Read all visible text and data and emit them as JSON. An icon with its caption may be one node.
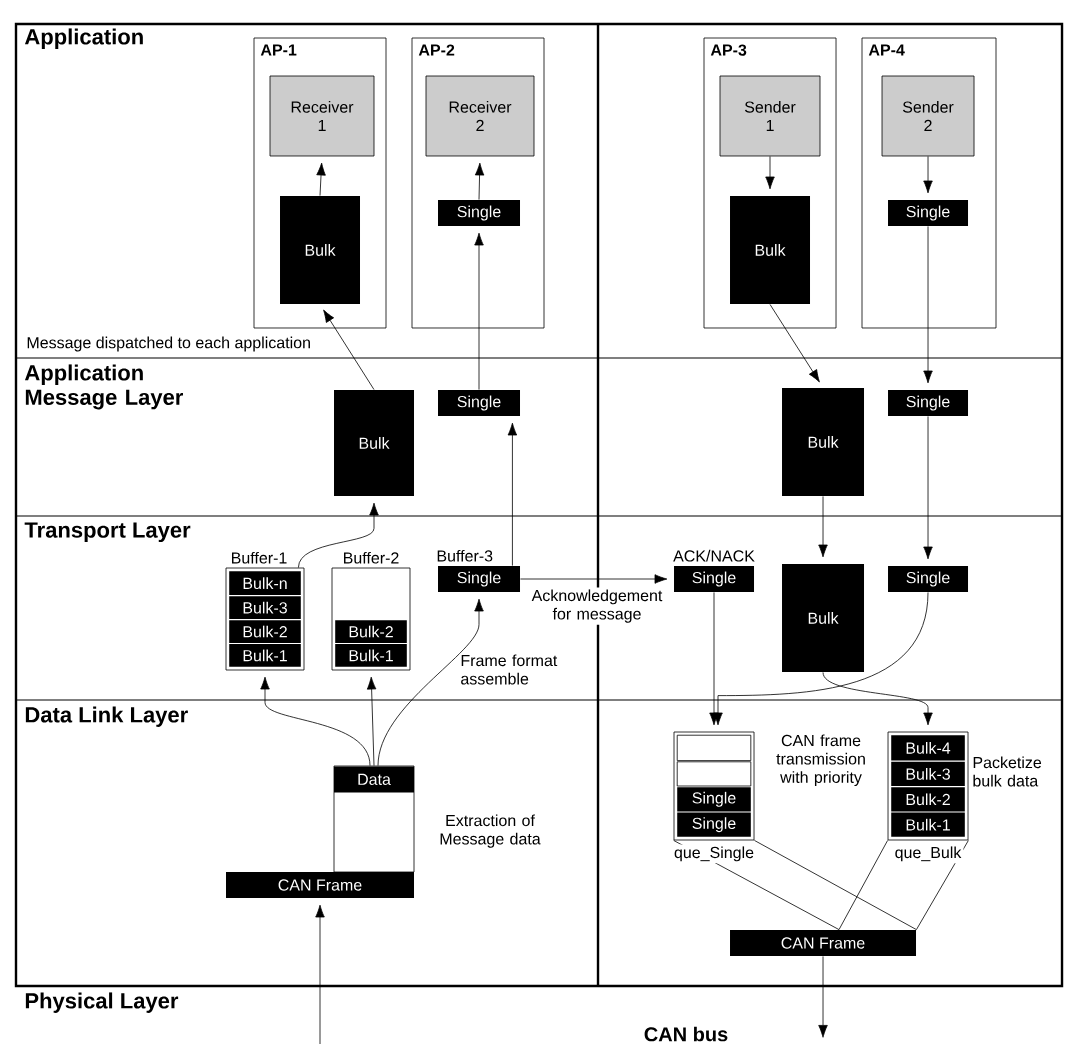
{
  "diagram": {
    "nodes": [
      {
        "text": [
          "AP-1"
        ]
      },
      {
        "text": [
          "Receiver 1"
        ],
        "in": 0
      },
      {
        "text": [
          "Bulk"
        ],
        "in": 0
      },
      {
        "text": [
          "AP-2"
        ]
      },
      {
        "text": [
          "Receiver 2"
        ],
        "in": 3
      },
      {
        "text": [
          "Single"
        ],
        "in": 3
      },
      {
        "text": [
          "AP-3"
        ]
      },
      {
        "text": [
          "Sender 1"
        ],
        "in": 6
      },
      {
        "text": [
          "Bulk"
        ],
        "in": 6
      },
      {
        "text": [
          "AP-4"
        ]
      },
      {
        "text": [
          "Sender 2"
        ],
        "in": 9
      },
      {
        "text": [
          "Single"
        ],
        "in": 9
      },
      {
        "text": [
          "Bulk"
        ]
      },
      {
        "text": [
          "Single"
        ]
      },
      {
        "text": [
          "Bulk"
        ]
      },
      {
        "text": [
          "Single"
        ]
      },
      {
        "text": [
          "Buffer-1"
        ]
      },
      {
        "text": [
          "Bulk-n"
        ],
        "in": 16
      },
      {
        "text": [
          "Bulk-3"
        ],
        "in": 16
      },
      {
        "text": [
          "Bulk-2"
        ],
        "in": 16
      },
      {
        "text": [
          "Bulk-1"
        ],
        "in": 16
      },
      {
        "text": [
          "Buffer-2"
        ]
      },
      {
        "text": [
          "Bulk-2"
        ],
        "in": 21
      },
      {
        "text": [
          "Bulk-1"
        ],
        "in": 21
      },
      {
        "text": [
          "Buffer-3",
          "Single"
        ]
      },
      {
        "text": [
          "ACK/NACK",
          "Single"
        ]
      },
      {
        "text": [
          "Bulk"
        ]
      },
      {
        "text": [
          "Single"
        ]
      },
      {
        "text": [
          "Data"
        ]
      },
      {
        "text": [
          "CAN Frame"
        ]
      },
      {
        "text": [],
        "shape": "box",
        "beside": [
          "que_Single"
        ]
      },
      {
        "text": [],
        "shape": "box",
        "in": 30
      },
      {
        "text": [],
        "shape": "box",
        "in": 30
      },
      {
        "text": [
          "Single"
        ],
        "in": 30
      },
      {
        "text": [
          "Single"
        ],
        "in": 30
      },
      {
        "text": [],
        "shape": "box",
        "beside": [
          "que_Bulk"
        ]
      },
      {
        "text": [
          "Bulk-4"
        ],
        "in": 35
      },
      {
        "text": [
          "Bulk-3"
        ],
        "in": 35
      },
      {
        "text": [
          "Bulk-2"
        ],
        "in": 35
      },
      {
        "text": [
          "Bulk-1"
        ],
        "in": 35
      },
      {
        "text": [
          "CAN Frame"
        ]
      }
    ],
    "edges": [
      {
        "from": 2,
        "to": 1,
        "arrow": "to"
      },
      {
        "from": 5,
        "to": 4,
        "arrow": "to"
      },
      {
        "from": 7,
        "to": 8,
        "arrow": "to"
      },
      {
        "from": 10,
        "to": 11,
        "arrow": "to"
      },
      {
        "from": 12,
        "to": 2,
        "arrow": "to"
      },
      {
        "from": 13,
        "to": 5,
        "arrow": "to"
      },
      {
        "from": 24,
        "to": 13,
        "arrow": "to"
      },
      {
        "from": 16,
        "to": 12,
        "arrow": "to"
      },
      {
        "from": 8,
        "to": 14,
        "arrow": "to"
      },
      {
        "from": 11,
        "to": 15,
        "arrow": "to"
      },
      {
        "from": 14,
        "to": 26,
        "arrow": "to"
      },
      {
        "from": 15,
        "to": 27,
        "arrow": "to"
      },
      {
        "from": 24,
        "to": 25,
        "arrow": "to",
        "label": "Acknowledgement for message"
      },
      {
        "from": 25,
        "to": 30,
        "arrow": "to"
      },
      {
        "from": 27,
        "to": 30,
        "arrow": "to"
      },
      {
        "from": 26,
        "to": 35,
        "arrow": "to"
      },
      {
        "from": 28,
        "to": 16,
        "arrow": "to"
      },
      {
        "from": 28,
        "to": 21,
        "arrow": "to"
      },
      {
        "from": 28,
        "to": 24,
        "arrow": "to"
      },
      {
        "from": null,
        "to": 29,
        "arrow": "to"
      },
      {
        "from": 40,
        "to": null,
        "arrow": "to"
      },
      {
        "from": 30,
        "to": 40,
        "arrow": "none"
      },
      {
        "from": 35,
        "to": 40,
        "arrow": "none"
      }
    ],
    "labels": [
      "Application",
      "Message dispatched to each application",
      "Application Message Layer",
      "Transport Layer",
      "Frame format assemble",
      "Data Link Layer",
      "CAN frame transmission with priority",
      "Packetize bulk data",
      "Extraction of Message data",
      "Physical Layer",
      "CAN bus"
    ]
  }
}
